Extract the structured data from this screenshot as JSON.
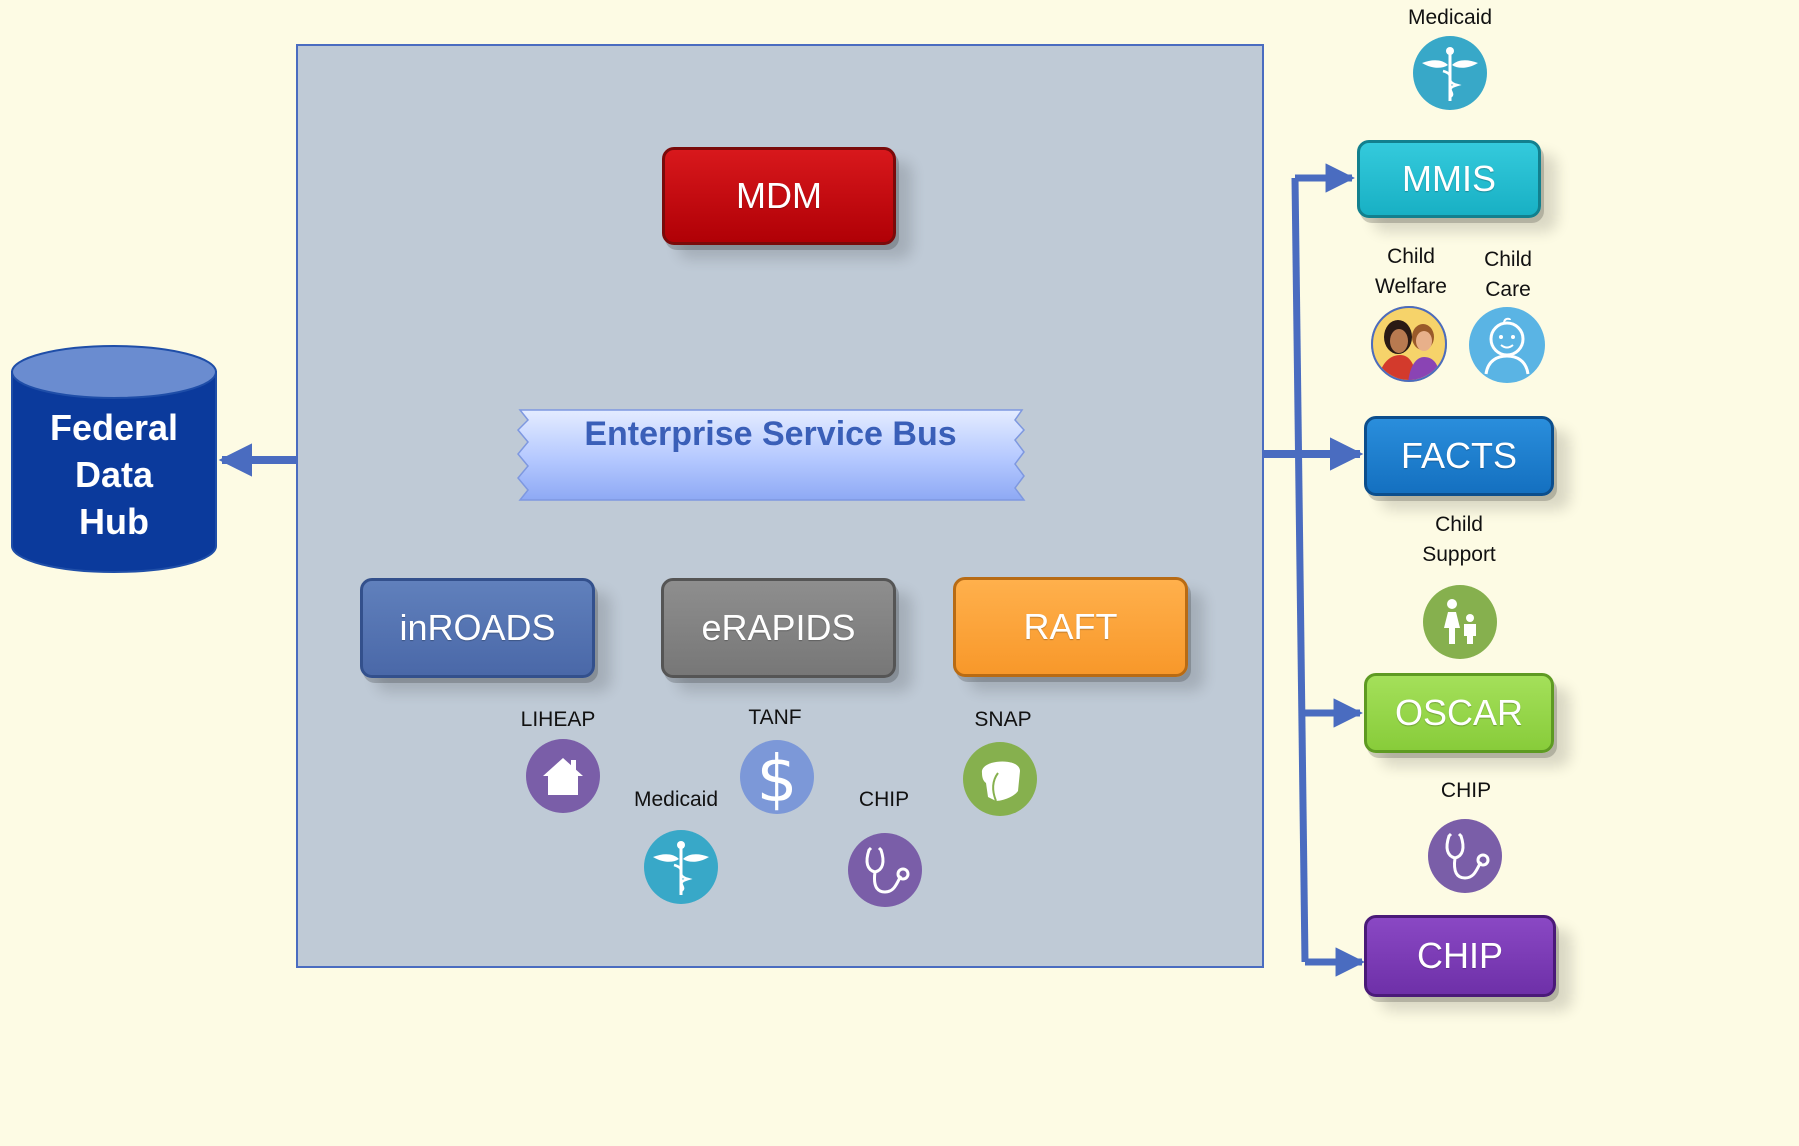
{
  "federal_data_hub": {
    "lines": [
      "Federal",
      "Data",
      "Hub"
    ]
  },
  "esb": {
    "label": "Enterprise Service Bus"
  },
  "systems": {
    "mdm": {
      "label": "MDM",
      "color": "#c8080c"
    },
    "inroads": {
      "label": "inROADS",
      "color": "#5272b2"
    },
    "erapids": {
      "label": "eRAPIDS",
      "color": "#808080"
    },
    "raft": {
      "label": "RAFT",
      "color": "#ffa43a"
    },
    "mmis": {
      "label": "MMIS",
      "color": "#22bcd0"
    },
    "facts": {
      "label": "FACTS",
      "color": "#1a7ed0"
    },
    "oscar": {
      "label": "OSCAR",
      "color": "#94d846"
    },
    "chip": {
      "label": "CHIP",
      "color": "#7a3ab4"
    }
  },
  "programs": {
    "liheap": {
      "label": "LIHEAP",
      "icon": "house-icon",
      "color": "#7a5ea8"
    },
    "tanf": {
      "label": "TANF",
      "icon": "dollar-icon",
      "color": "#7c98d8"
    },
    "snap": {
      "label": "SNAP",
      "icon": "bread-icon",
      "color": "#86b04e"
    },
    "medicaid_inner": {
      "label": "Medicaid",
      "icon": "caduceus-icon",
      "color": "#38a8c8"
    },
    "chip_inner": {
      "label": "CHIP",
      "icon": "stethoscope-icon",
      "color": "#7a5ea8"
    },
    "medicaid_right": {
      "label": "Medicaid",
      "icon": "caduceus-icon",
      "color": "#38a8c8"
    },
    "child_welfare": {
      "label_lines": [
        "Child",
        "Welfare"
      ],
      "icon": "family-icon"
    },
    "child_care": {
      "label_lines": [
        "Child",
        "Care"
      ],
      "icon": "baby-icon",
      "color": "#5ab4e4"
    },
    "child_support": {
      "label_lines": [
        "Child",
        "Support"
      ],
      "icon": "parent-child-icon",
      "color": "#86b04e"
    },
    "chip_right": {
      "label": "CHIP",
      "icon": "stethoscope-icon",
      "color": "#7a5ea8"
    }
  },
  "colors": {
    "background": "#fdfbe4",
    "panel": "#bfcad6",
    "connector": "#4a6cc0",
    "hub": "#0b3a9c"
  }
}
